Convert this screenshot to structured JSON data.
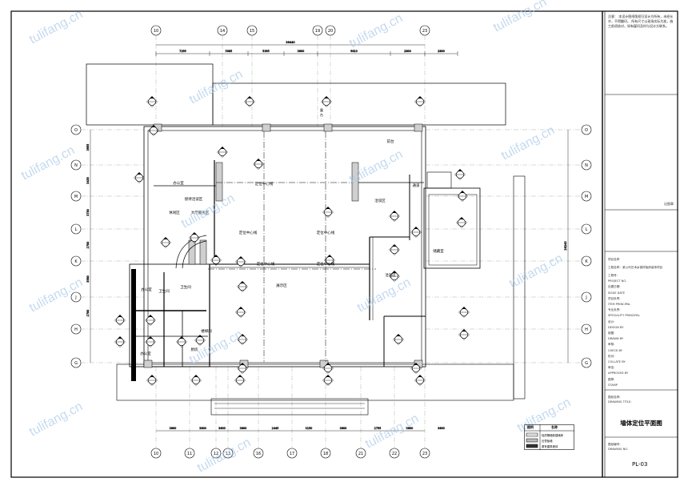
{
  "drawing": {
    "grid_columns_top": [
      "10",
      "14",
      "15",
      "19",
      "20",
      "23"
    ],
    "grid_columns_bottom": [
      "10",
      "11",
      "12",
      "13",
      "16",
      "17",
      "18",
      "21",
      "22",
      "23"
    ],
    "grid_rows_left": [
      "O",
      "N",
      "M",
      "L",
      "K",
      "J",
      "H",
      "G"
    ],
    "grid_rows_right": [
      "O",
      "N",
      "M",
      "L",
      "K",
      "J",
      "H",
      "G"
    ],
    "top_overall_dimension": "36440",
    "top_dimensions": [
      "7295",
      "5085",
      "5395",
      "3600",
      "9810",
      "2800",
      "2800"
    ],
    "bottom_dimensions": [
      "3600",
      "3600",
      "3600",
      "3600",
      "2445",
      "3150",
      "3600",
      "2795",
      "3600",
      "3600"
    ],
    "left_dimensions": [
      "3955",
      "3435",
      "3730",
      "2700",
      "3580",
      "2700"
    ],
    "right_overall_dimension": "26245",
    "room_labels": [
      {
        "id": "r1",
        "text": "办公室"
      },
      {
        "id": "r2",
        "text": "接待洽谈区"
      },
      {
        "id": "r3",
        "text": "休闲区"
      },
      {
        "id": "r4",
        "text": "大厅服务区"
      },
      {
        "id": "r5",
        "text": "定位中心线"
      },
      {
        "id": "r6",
        "text": "定位中心线"
      },
      {
        "id": "r7",
        "text": "定位中心线"
      },
      {
        "id": "r8",
        "text": "定位中心线"
      },
      {
        "id": "r9",
        "text": "定位中心线"
      },
      {
        "id": "r10",
        "text": "展示区"
      },
      {
        "id": "r11",
        "text": "洽谈区"
      },
      {
        "id": "r12",
        "text": "洽谈区"
      },
      {
        "id": "r13",
        "text": "储藏室"
      },
      {
        "id": "r14",
        "text": "卫生间"
      },
      {
        "id": "r15",
        "text": "卫生间"
      },
      {
        "id": "r16",
        "text": "办公室"
      },
      {
        "id": "r17",
        "text": "办公室"
      },
      {
        "id": "r18",
        "text": "厨房"
      },
      {
        "id": "r19",
        "text": "前台"
      },
      {
        "id": "r20",
        "text": "楼梯间"
      },
      {
        "id": "r21",
        "text": "通道"
      }
    ],
    "top_box_label": "露台"
  },
  "legend": {
    "header_pattern": "图例",
    "header_name": "名称",
    "items": [
      "轻质隔墙新建墙体",
      "石膏板墙",
      "原有建筑墙体"
    ]
  },
  "title_block": {
    "notes": "注意：  本设计图纸版权归设计方所有，未经允许，不得翻印。  所有尺寸以现场实际为准，施工前须核对，如有疑问及时与设计方联系。",
    "signature_label": "出图章",
    "project_name_label": "项目名称",
    "project_name": "工程名称：某公司艺术乡镇样板房装饰项目",
    "labels": [
      "工程号:",
      "PROJECT NO.",
      "出图日期:",
      "ISSUE DATE",
      "项目负责:",
      "ITEM PRINCIPAL",
      "专业负责:",
      "SPECIALITY PRINCIPAL",
      "设计:",
      "DESIGN BY",
      "制图:",
      "DRAWN BY",
      "审核:",
      "CHECK BY",
      "校对:",
      "COLLATE BY",
      "审定:",
      "APPROVED BY",
      "图章:",
      "STAMP"
    ],
    "drawing_title_label": "图纸名称:",
    "drawing_title_label_en": "DRAWING TITLE:",
    "drawing_title": "墙体定位平面图",
    "drawing_no_label": "图纸编号:",
    "drawing_no_label_en": "DRAWING NO.",
    "drawing_no": "PL-03"
  },
  "watermark": "tulifang.cn"
}
